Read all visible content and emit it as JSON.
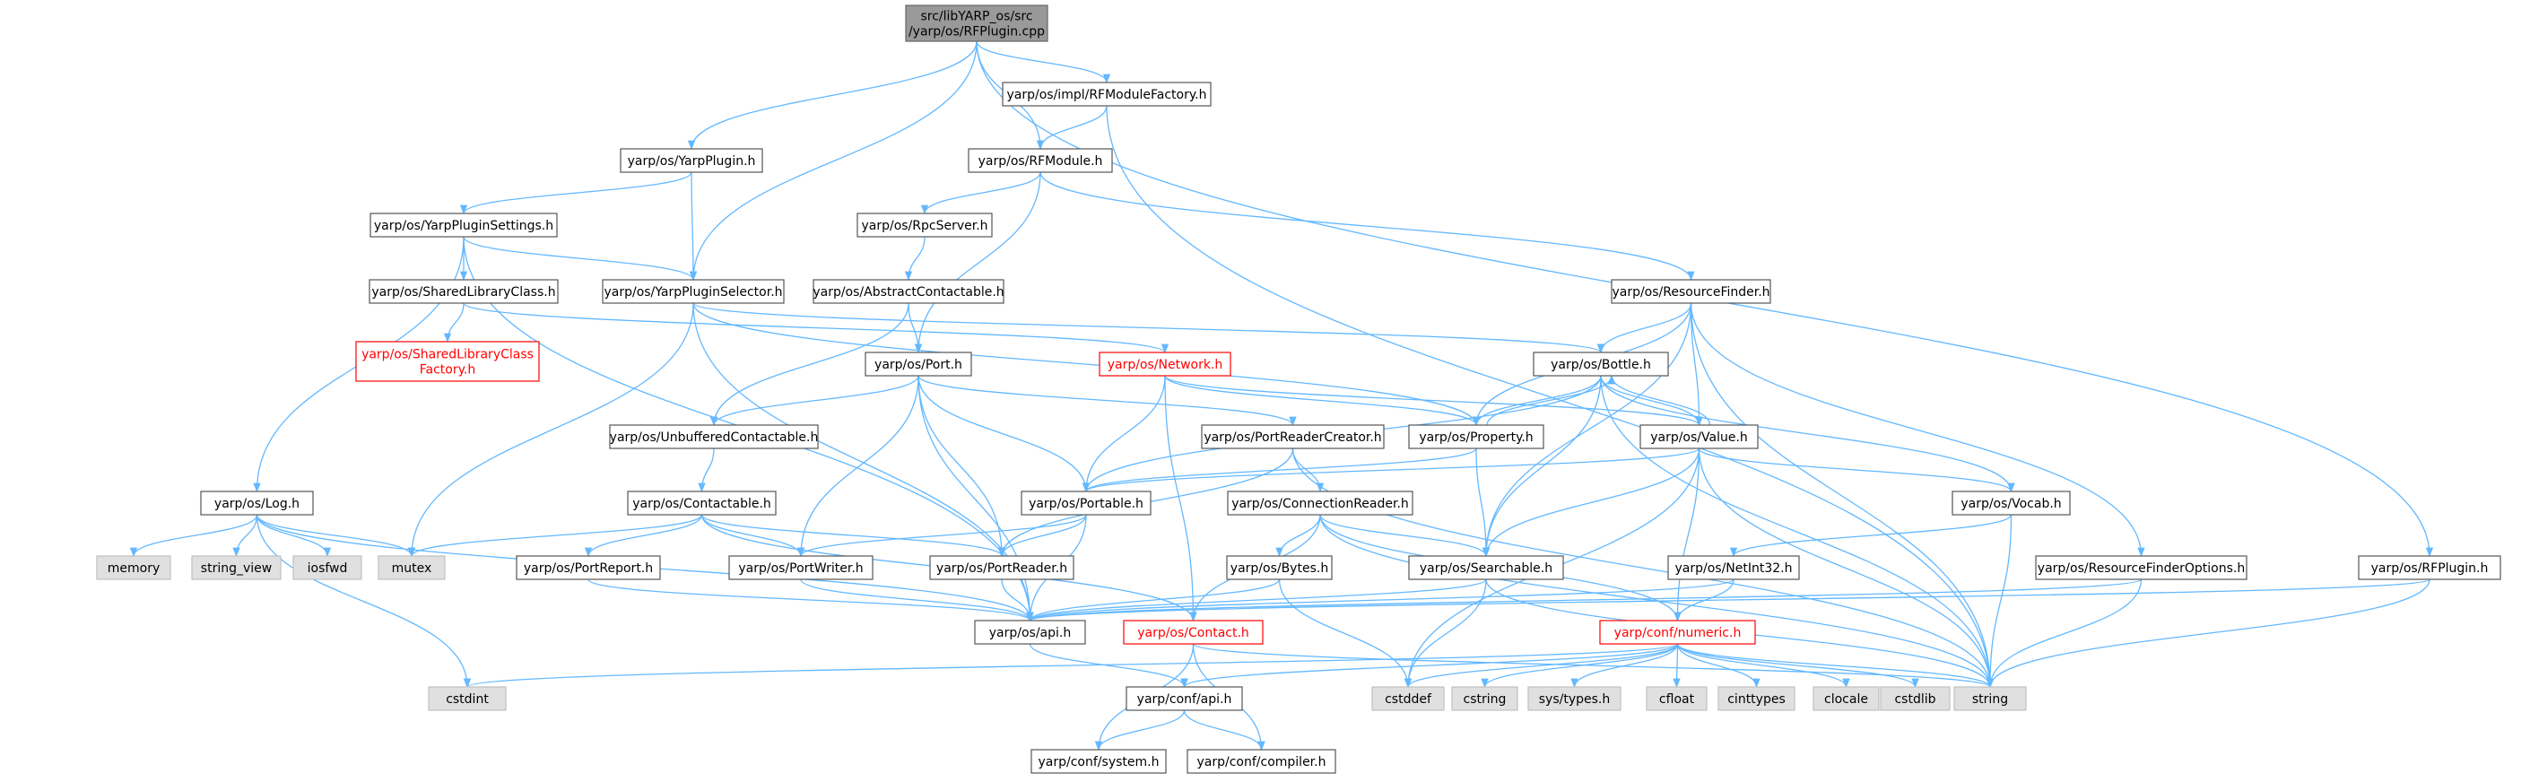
{
  "colors": {
    "edge": "#63b8ff",
    "root_fill": "#999999",
    "node_fill": "#ffffff",
    "node_border": "#555555",
    "system_fill": "#e0e0e0",
    "system_border": "#c0c0c0",
    "incomplete_border": "#ff0000",
    "incomplete_text": "#ff0000"
  },
  "nodes": [
    {
      "id": "root",
      "kind": "root",
      "lines": [
        "src/libYARP_os/src",
        "/yarp/os/RFPlugin.cpp"
      ]
    },
    {
      "id": "rfmodulefactory",
      "kind": "header",
      "lines": [
        "yarp/os/impl/RFModuleFactory.h"
      ]
    },
    {
      "id": "yarpplugin",
      "kind": "header",
      "lines": [
        "yarp/os/YarpPlugin.h"
      ]
    },
    {
      "id": "rfmodule",
      "kind": "header",
      "lines": [
        "yarp/os/RFModule.h"
      ]
    },
    {
      "id": "yarppluginsettings",
      "kind": "header",
      "lines": [
        "yarp/os/YarpPluginSettings.h"
      ]
    },
    {
      "id": "rpcserver",
      "kind": "header",
      "lines": [
        "yarp/os/RpcServer.h"
      ]
    },
    {
      "id": "sharedlibraryclass",
      "kind": "header",
      "lines": [
        "yarp/os/SharedLibraryClass.h"
      ]
    },
    {
      "id": "yarppluginselector",
      "kind": "header",
      "lines": [
        "yarp/os/YarpPluginSelector.h"
      ]
    },
    {
      "id": "abstractcontactable",
      "kind": "header",
      "lines": [
        "yarp/os/AbstractContactable.h"
      ]
    },
    {
      "id": "resourcefinder",
      "kind": "header",
      "lines": [
        "yarp/os/ResourceFinder.h"
      ]
    },
    {
      "id": "sharedlibraryclassfactory",
      "kind": "incomplete",
      "lines": [
        "yarp/os/SharedLibraryClass",
        "Factory.h"
      ]
    },
    {
      "id": "port",
      "kind": "header",
      "lines": [
        "yarp/os/Port.h"
      ]
    },
    {
      "id": "network",
      "kind": "incomplete",
      "lines": [
        "yarp/os/Network.h"
      ]
    },
    {
      "id": "bottle",
      "kind": "header",
      "lines": [
        "yarp/os/Bottle.h"
      ]
    },
    {
      "id": "unbufferedcontactable",
      "kind": "header",
      "lines": [
        "yarp/os/UnbufferedContactable.h"
      ]
    },
    {
      "id": "portreadercreator",
      "kind": "header",
      "lines": [
        "yarp/os/PortReaderCreator.h"
      ]
    },
    {
      "id": "property",
      "kind": "header",
      "lines": [
        "yarp/os/Property.h"
      ]
    },
    {
      "id": "value",
      "kind": "header",
      "lines": [
        "yarp/os/Value.h"
      ]
    },
    {
      "id": "log",
      "kind": "header",
      "lines": [
        "yarp/os/Log.h"
      ]
    },
    {
      "id": "contactable",
      "kind": "header",
      "lines": [
        "yarp/os/Contactable.h"
      ]
    },
    {
      "id": "portable",
      "kind": "header",
      "lines": [
        "yarp/os/Portable.h"
      ]
    },
    {
      "id": "connectionreader",
      "kind": "header",
      "lines": [
        "yarp/os/ConnectionReader.h"
      ]
    },
    {
      "id": "vocab",
      "kind": "header",
      "lines": [
        "yarp/os/Vocab.h"
      ]
    },
    {
      "id": "memory",
      "kind": "system",
      "lines": [
        "memory"
      ]
    },
    {
      "id": "string_view",
      "kind": "system",
      "lines": [
        "string_view"
      ]
    },
    {
      "id": "iosfwd",
      "kind": "system",
      "lines": [
        "iosfwd"
      ]
    },
    {
      "id": "mutex",
      "kind": "system",
      "lines": [
        "mutex"
      ]
    },
    {
      "id": "portreport",
      "kind": "header",
      "lines": [
        "yarp/os/PortReport.h"
      ]
    },
    {
      "id": "portwriter",
      "kind": "header",
      "lines": [
        "yarp/os/PortWriter.h"
      ]
    },
    {
      "id": "portreader",
      "kind": "header",
      "lines": [
        "yarp/os/PortReader.h"
      ]
    },
    {
      "id": "bytes",
      "kind": "header",
      "lines": [
        "yarp/os/Bytes.h"
      ]
    },
    {
      "id": "searchable",
      "kind": "header",
      "lines": [
        "yarp/os/Searchable.h"
      ]
    },
    {
      "id": "netint32",
      "kind": "header",
      "lines": [
        "yarp/os/NetInt32.h"
      ]
    },
    {
      "id": "resourcefinderoptions",
      "kind": "header",
      "lines": [
        "yarp/os/ResourceFinderOptions.h"
      ]
    },
    {
      "id": "rfplugin",
      "kind": "header",
      "lines": [
        "yarp/os/RFPlugin.h"
      ]
    },
    {
      "id": "api",
      "kind": "header",
      "lines": [
        "yarp/os/api.h"
      ]
    },
    {
      "id": "contact",
      "kind": "incomplete",
      "lines": [
        "yarp/os/Contact.h"
      ]
    },
    {
      "id": "numeric",
      "kind": "incomplete",
      "lines": [
        "yarp/conf/numeric.h"
      ]
    },
    {
      "id": "cstdint",
      "kind": "system",
      "lines": [
        "cstdint"
      ]
    },
    {
      "id": "confapi",
      "kind": "header",
      "lines": [
        "yarp/conf/api.h"
      ]
    },
    {
      "id": "cstddef",
      "kind": "system",
      "lines": [
        "cstddef"
      ]
    },
    {
      "id": "cstring",
      "kind": "system",
      "lines": [
        "cstring"
      ]
    },
    {
      "id": "systypes",
      "kind": "system",
      "lines": [
        "sys/types.h"
      ]
    },
    {
      "id": "cfloat",
      "kind": "system",
      "lines": [
        "cfloat"
      ]
    },
    {
      "id": "cinttypes",
      "kind": "system",
      "lines": [
        "cinttypes"
      ]
    },
    {
      "id": "clocale",
      "kind": "system",
      "lines": [
        "clocale"
      ]
    },
    {
      "id": "cstdlib",
      "kind": "system",
      "lines": [
        "cstdlib"
      ]
    },
    {
      "id": "string",
      "kind": "system",
      "lines": [
        "string"
      ]
    },
    {
      "id": "system",
      "kind": "header",
      "lines": [
        "yarp/conf/system.h"
      ]
    },
    {
      "id": "compiler",
      "kind": "header",
      "lines": [
        "yarp/conf/compiler.h"
      ]
    }
  ],
  "edges": [
    [
      "root",
      "rfmodulefactory"
    ],
    [
      "root",
      "yarpplugin"
    ],
    [
      "root",
      "rfmodule"
    ],
    [
      "root",
      "yarppluginselector"
    ],
    [
      "root",
      "rfplugin"
    ],
    [
      "rfmodulefactory",
      "rfmodule"
    ],
    [
      "rfmodulefactory",
      "string"
    ],
    [
      "yarpplugin",
      "yarppluginsettings"
    ],
    [
      "yarpplugin",
      "yarppluginselector"
    ],
    [
      "rfmodule",
      "rpcserver"
    ],
    [
      "rfmodule",
      "resourcefinder"
    ],
    [
      "rfmodule",
      "port"
    ],
    [
      "yarppluginsettings",
      "sharedlibraryclass"
    ],
    [
      "yarppluginsettings",
      "yarppluginselector"
    ],
    [
      "yarppluginsettings",
      "log"
    ],
    [
      "yarppluginsettings",
      "api"
    ],
    [
      "rpcserver",
      "abstractcontactable"
    ],
    [
      "sharedlibraryclass",
      "sharedlibraryclassfactory"
    ],
    [
      "sharedlibraryclass",
      "network"
    ],
    [
      "yarppluginselector",
      "bottle"
    ],
    [
      "yarppluginselector",
      "property"
    ],
    [
      "yarppluginselector",
      "mutex"
    ],
    [
      "yarppluginselector",
      "api"
    ],
    [
      "abstractcontactable",
      "port"
    ],
    [
      "abstractcontactable",
      "unbufferedcontactable"
    ],
    [
      "resourcefinder",
      "bottle"
    ],
    [
      "resourcefinder",
      "property"
    ],
    [
      "resourcefinder",
      "value"
    ],
    [
      "resourcefinder",
      "searchable"
    ],
    [
      "resourcefinder",
      "resourcefinderoptions"
    ],
    [
      "resourcefinder",
      "string"
    ],
    [
      "port",
      "unbufferedcontactable"
    ],
    [
      "port",
      "portreadercreator"
    ],
    [
      "port",
      "portable"
    ],
    [
      "port",
      "portwriter"
    ],
    [
      "port",
      "portreader"
    ],
    [
      "port",
      "api"
    ],
    [
      "network",
      "portable"
    ],
    [
      "network",
      "property"
    ],
    [
      "network",
      "value"
    ],
    [
      "network",
      "contact"
    ],
    [
      "bottle",
      "property"
    ],
    [
      "bottle",
      "value"
    ],
    [
      "bottle",
      "portable"
    ],
    [
      "bottle",
      "searchable"
    ],
    [
      "bottle",
      "vocab"
    ],
    [
      "bottle",
      "string"
    ],
    [
      "property",
      "bottle"
    ],
    [
      "property",
      "searchable"
    ],
    [
      "property",
      "portable"
    ],
    [
      "value",
      "bottle"
    ],
    [
      "value",
      "portable"
    ],
    [
      "value",
      "searchable"
    ],
    [
      "value",
      "vocab"
    ],
    [
      "value",
      "numeric"
    ],
    [
      "value",
      "cstddef"
    ],
    [
      "value",
      "string"
    ],
    [
      "unbufferedcontactable",
      "contactable"
    ],
    [
      "portreadercreator",
      "portreader"
    ],
    [
      "portreadercreator",
      "connectionreader"
    ],
    [
      "portreadercreator",
      "string"
    ],
    [
      "log",
      "memory"
    ],
    [
      "log",
      "string_view"
    ],
    [
      "log",
      "iosfwd"
    ],
    [
      "log",
      "mutex"
    ],
    [
      "log",
      "api"
    ],
    [
      "log",
      "cstdint"
    ],
    [
      "contactable",
      "mutex"
    ],
    [
      "contactable",
      "portreport"
    ],
    [
      "contactable",
      "portwriter"
    ],
    [
      "contactable",
      "portreader"
    ],
    [
      "contactable",
      "contact"
    ],
    [
      "portable",
      "portwriter"
    ],
    [
      "portable",
      "portreader"
    ],
    [
      "portable",
      "api"
    ],
    [
      "connectionreader",
      "bytes"
    ],
    [
      "connectionreader",
      "searchable"
    ],
    [
      "connectionreader",
      "contact"
    ],
    [
      "connectionreader",
      "numeric"
    ],
    [
      "connectionreader",
      "string"
    ],
    [
      "vocab",
      "netint32"
    ],
    [
      "vocab",
      "string"
    ],
    [
      "portreport",
      "api"
    ],
    [
      "portwriter",
      "api"
    ],
    [
      "portreader",
      "api"
    ],
    [
      "bytes",
      "api"
    ],
    [
      "bytes",
      "cstddef"
    ],
    [
      "searchable",
      "api"
    ],
    [
      "searchable",
      "cstddef"
    ],
    [
      "searchable",
      "string"
    ],
    [
      "netint32",
      "api"
    ],
    [
      "netint32",
      "numeric"
    ],
    [
      "resourcefinderoptions",
      "api"
    ],
    [
      "resourcefinderoptions",
      "string"
    ],
    [
      "rfplugin",
      "api"
    ],
    [
      "rfplugin",
      "string"
    ],
    [
      "api",
      "confapi"
    ],
    [
      "contact",
      "string"
    ],
    [
      "contact",
      "system"
    ],
    [
      "contact",
      "compiler"
    ],
    [
      "numeric",
      "confapi"
    ],
    [
      "numeric",
      "cstdint"
    ],
    [
      "numeric",
      "cstddef"
    ],
    [
      "numeric",
      "cstring"
    ],
    [
      "numeric",
      "systypes"
    ],
    [
      "numeric",
      "cfloat"
    ],
    [
      "numeric",
      "cinttypes"
    ],
    [
      "numeric",
      "clocale"
    ],
    [
      "numeric",
      "cstdlib"
    ],
    [
      "numeric",
      "string"
    ],
    [
      "confapi",
      "system"
    ],
    [
      "confapi",
      "compiler"
    ]
  ]
}
